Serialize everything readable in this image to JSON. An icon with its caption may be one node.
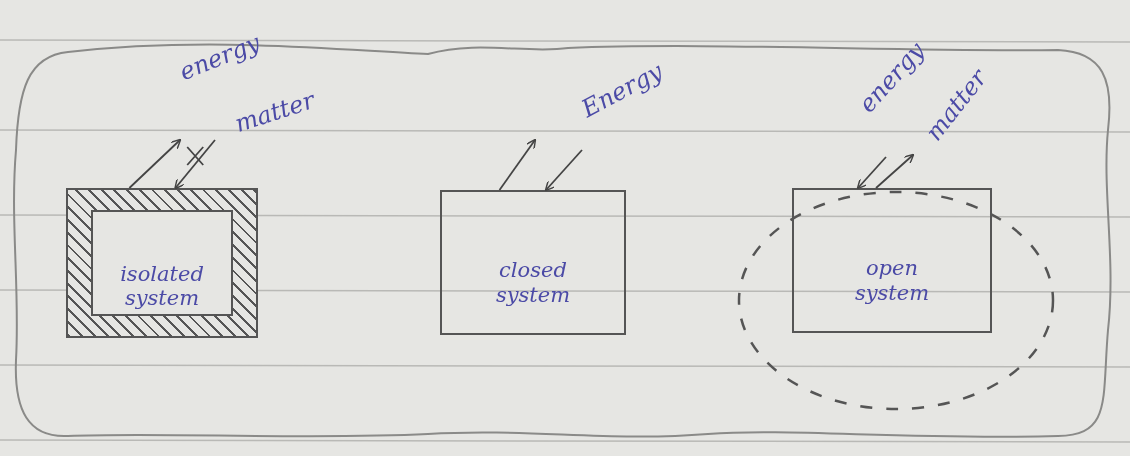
{
  "diagram": {
    "nodes": [
      {
        "text": [],
        "shape": "cloud"
      },
      {
        "text": [
          "isolated system"
        ],
        "in": 0
      },
      {
        "text": [
          "closed system"
        ],
        "in": 0
      },
      {
        "text": [],
        "shape": "circle",
        "in": 0
      },
      {
        "text": [
          "open system"
        ],
        "in": 3
      }
    ],
    "edges": [
      {
        "from": 1,
        "to": null,
        "arrow": "to"
      },
      {
        "from": null,
        "to": 1,
        "arrow": "to"
      },
      {
        "from": 2,
        "to": null,
        "arrow": "to"
      },
      {
        "from": null,
        "to": 2,
        "arrow": "to"
      },
      {
        "from": null,
        "to": 4,
        "arrow": "to"
      },
      {
        "from": 4,
        "to": null,
        "arrow": "to"
      }
    ],
    "labels": [
      "energy",
      "matter",
      "Energy",
      "energy",
      "matter"
    ]
  }
}
